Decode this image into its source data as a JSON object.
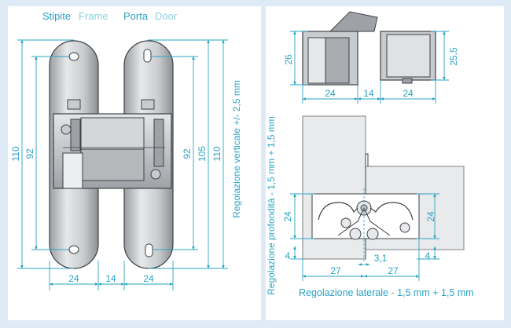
{
  "colors": {
    "frame_bg": "#dfeaf7",
    "panel_bg": "#ffffff",
    "dimension_cyan": "#2aa3c4",
    "label_light_cyan": "#8ccfe0",
    "metal_light": "#d4d6d8",
    "metal_dark": "#7c8186",
    "outline": "#3d4145"
  },
  "left_view": {
    "label_frame_it": "Stipite",
    "label_frame_en": "Frame",
    "label_door_it": "Porta",
    "label_door_en": "Door",
    "dim_110_left": "110",
    "dim_92_left": "92",
    "dim_92_right": "92",
    "dim_105": "105",
    "dim_110_right": "110",
    "vertical_adjustment": "Regolazione verticale +/- 2,5 mm",
    "bottom_24_a": "24",
    "bottom_14": "14",
    "bottom_24_b": "24"
  },
  "right_view": {
    "top_26": "26",
    "top_25_5": "25,5",
    "top_24_a": "24",
    "top_14": "14",
    "top_24_b": "24",
    "depth_adjustment": "Regolazione profondità - 1,5 mm + 1,5 mm",
    "side_24_left": "24",
    "side_24_right": "24",
    "side_4_left": "4",
    "side_4_right": "4",
    "dim_3_1": "3,1",
    "bottom_27_a": "27",
    "bottom_27_b": "27",
    "lateral_adjustment": "Regolazione laterale - 1,5 mm + 1,5 mm"
  }
}
